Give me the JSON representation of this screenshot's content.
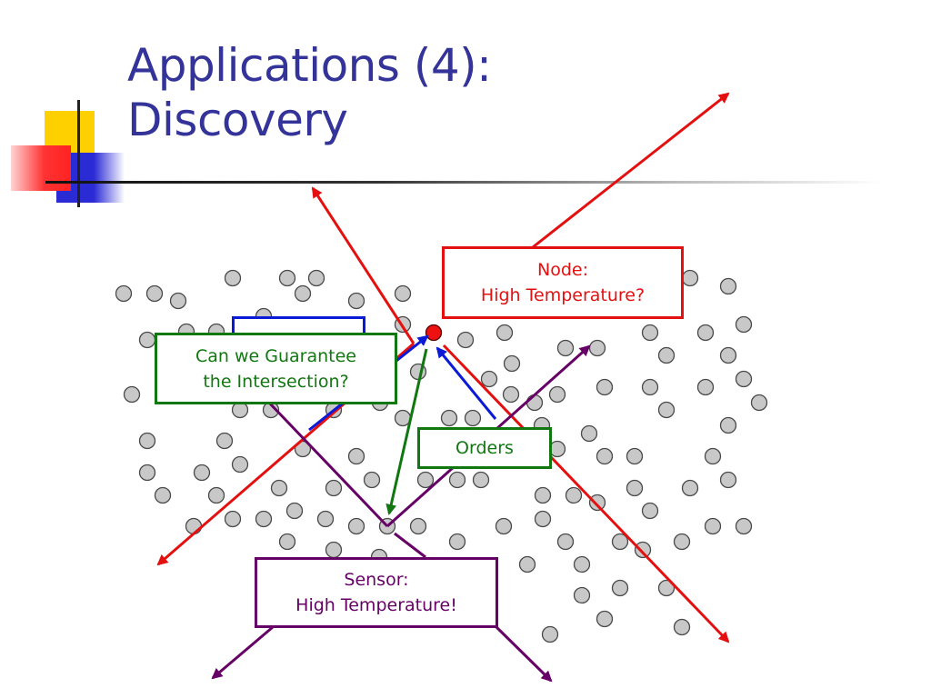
{
  "slide": {
    "title_line1": "Applications (4):",
    "title_line2": "Discovery"
  },
  "labels": {
    "node_line1": "Node:",
    "node_line2": "High Temperature?",
    "guarantee_line1": "Can we Guarantee",
    "guarantee_line2": "the Intersection?",
    "orders": "Orders",
    "sensor_line1": "Sensor:",
    "sensor_line2": "High Temperature!"
  },
  "colors": {
    "title": "#333399",
    "node_red": "#e41010",
    "guarantee_green": "#117711",
    "orders_green": "#117711",
    "query_blue": "#0a1ad6",
    "sensor_purple": "#660066",
    "sensor_dot_gray": "#c8c8c8",
    "deco_yellow": "#ffd000",
    "deco_blue": "#2b2bd6",
    "deco_red": "#ff3333"
  }
}
